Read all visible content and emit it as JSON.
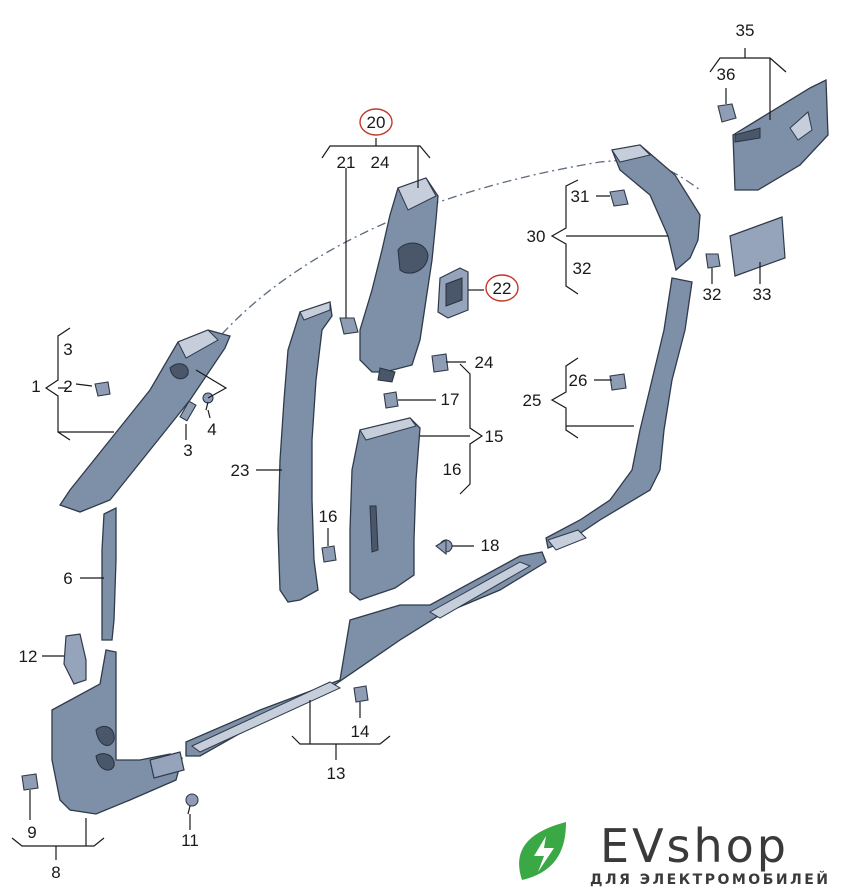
{
  "callouts": {
    "c35": "35",
    "c36": "36",
    "c20": "20",
    "c21": "21",
    "c24a": "24",
    "c22": "22",
    "c24b": "24",
    "c31": "31",
    "c30": "30",
    "c32a": "32",
    "c32b": "32",
    "c33": "33",
    "c3a": "3",
    "c1": "1",
    "c2": "2",
    "c4": "4",
    "c3b": "3",
    "c17": "17",
    "c15": "15",
    "c16a": "16",
    "c23": "23",
    "c26": "26",
    "c25": "25",
    "c6": "6",
    "c16b": "16",
    "c18": "18",
    "c12": "12",
    "c14": "14",
    "c13": "13",
    "c9": "9",
    "c11": "11",
    "c8": "8"
  },
  "logo": {
    "name": "EVshop",
    "tagline": "ДЛЯ ЭЛЕКТРОМОБИЛЕЙ"
  },
  "colors": {
    "part": "#7e8fa8",
    "outline": "#2f3a4a",
    "highlight": "#c0392b",
    "logo_green": "#3aa845"
  }
}
